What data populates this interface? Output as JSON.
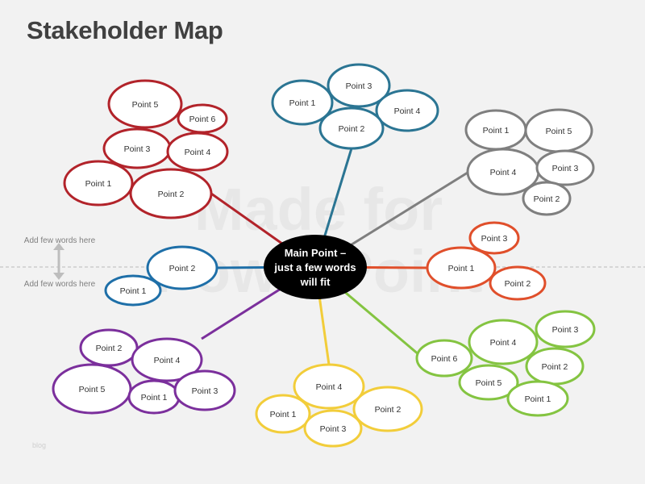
{
  "title": "Stakeholder Map",
  "center_label": [
    "Main Point –",
    "just a few words",
    "will fit"
  ],
  "watermark": [
    "Made for",
    "PowerPoint"
  ],
  "side_notes": {
    "top": "Add few words here",
    "bottom": "Add few words here"
  },
  "footer": "blog",
  "colors": {
    "red": "#b2232a",
    "blue_top": "#2b7593",
    "gray": "#7f7f7f",
    "orange": "#e04f2b",
    "green": "#84c441",
    "yellow": "#f2cd3a",
    "purple": "#7b2f9c",
    "blue_left": "#1e6fa8",
    "center": "#000000"
  },
  "clusters": [
    {
      "id": "red",
      "labels": [
        "Point 5",
        "Point 6",
        "Point 3",
        "Point 4",
        "Point 1",
        "Point 2"
      ]
    },
    {
      "id": "blue_top",
      "labels": [
        "Point 3",
        "Point 1",
        "Point 4",
        "Point 2"
      ]
    },
    {
      "id": "gray",
      "labels": [
        "Point 1",
        "Point 5",
        "Point 4",
        "Point 3",
        "Point 2"
      ]
    },
    {
      "id": "blue_left",
      "labels": [
        "Point 2",
        "Point 1"
      ]
    },
    {
      "id": "orange",
      "labels": [
        "Point 3",
        "Point 1",
        "Point 2"
      ]
    },
    {
      "id": "purple",
      "labels": [
        "Point 2",
        "Point 4",
        "Point 5",
        "Point 1",
        "Point 3"
      ]
    },
    {
      "id": "yellow",
      "labels": [
        "Point 4",
        "Point 1",
        "Point 2",
        "Point 3"
      ]
    },
    {
      "id": "green",
      "labels": [
        "Point 3",
        "Point 4",
        "Point 6",
        "Point 2",
        "Point 5",
        "Point 1"
      ]
    }
  ]
}
